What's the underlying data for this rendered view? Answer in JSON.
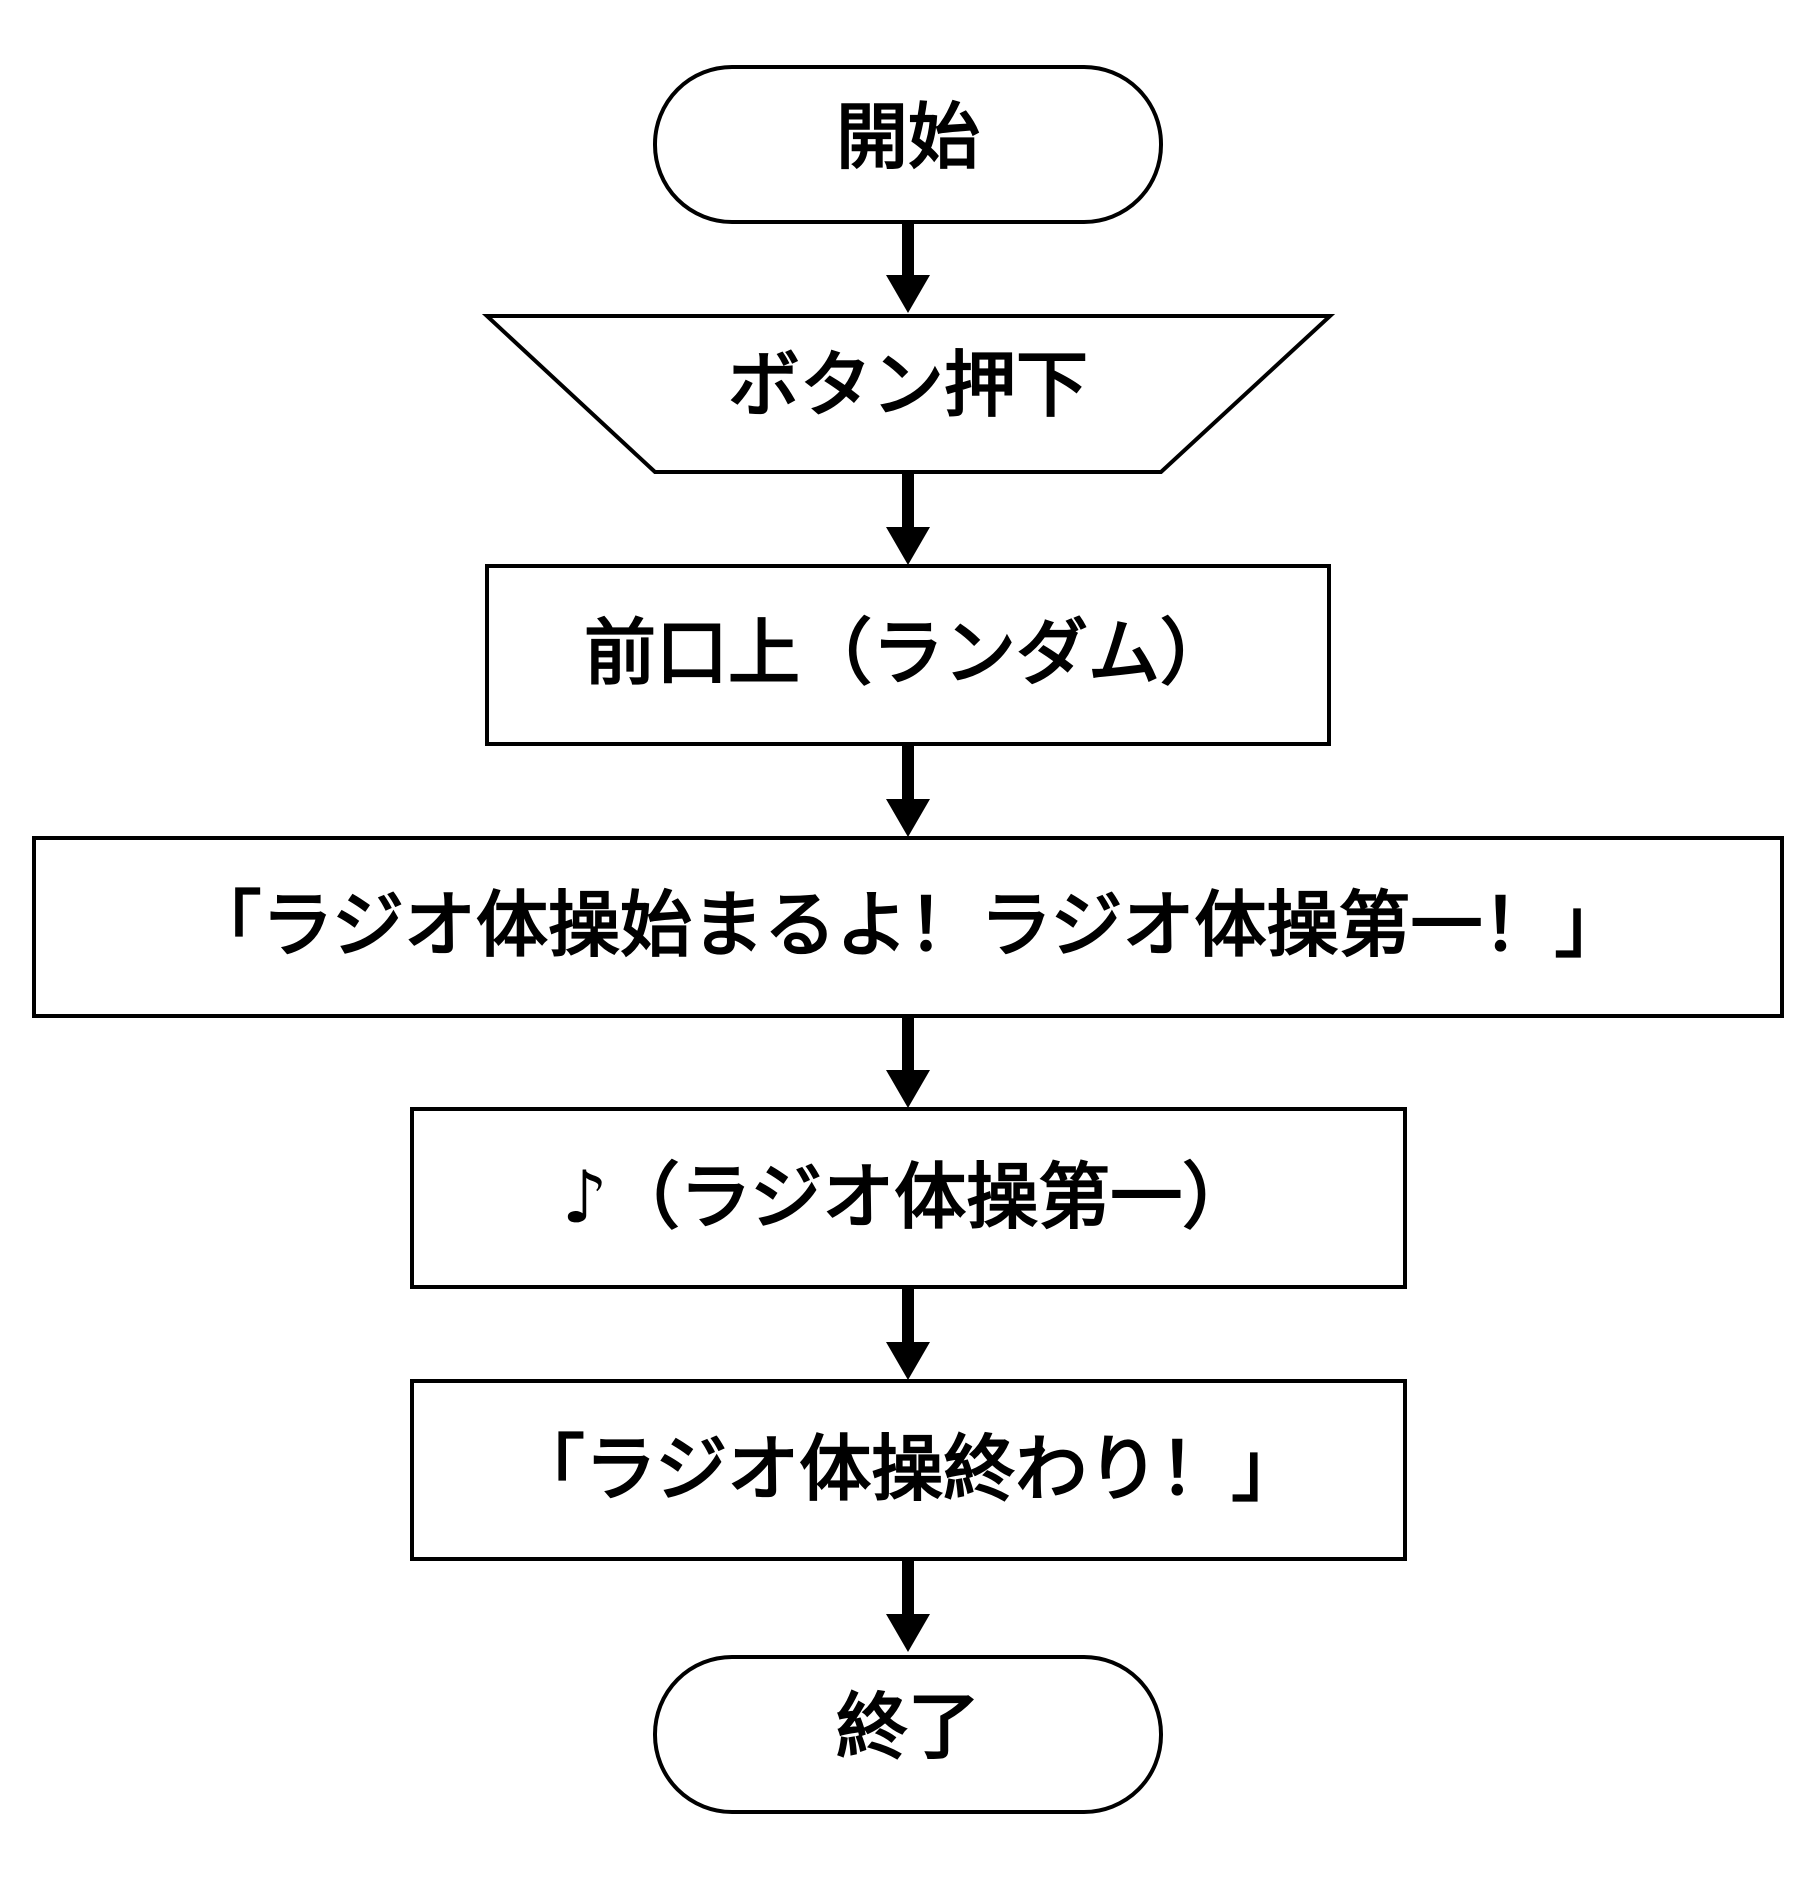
{
  "diagram": {
    "nodes": [
      {
        "id": "start",
        "label": "開始"
      },
      {
        "id": "button-press",
        "label": "ボタン押下"
      },
      {
        "id": "intro",
        "label": "前口上（ランダム）"
      },
      {
        "id": "announce",
        "label": "「ラジオ体操始まるよ！ラジオ体操第一！」"
      },
      {
        "id": "music",
        "label": "♪（ラジオ体操第一）"
      },
      {
        "id": "finish-message",
        "label": "「ラジオ体操終わり！」"
      },
      {
        "id": "end",
        "label": "終了"
      }
    ],
    "colors": {
      "stroke": "#000000",
      "fill": "#ffffff",
      "text": "#000000"
    }
  }
}
